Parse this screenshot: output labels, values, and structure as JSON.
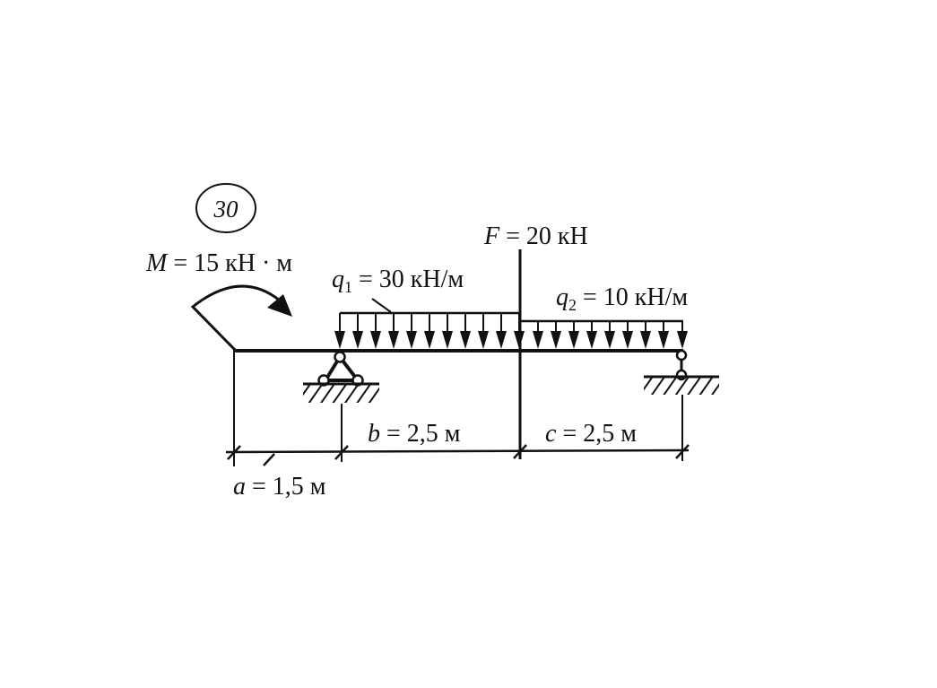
{
  "problem_number": "30",
  "labels": {
    "moment": {
      "symbol": "M",
      "eq": " = ",
      "value": "15 кН · м"
    },
    "force": {
      "symbol": "F",
      "eq": " = ",
      "value": "20 кН"
    },
    "q1": {
      "symbol": "q",
      "sub": "1",
      "eq": " = ",
      "value": "30 кН/м"
    },
    "q2": {
      "symbol": "q",
      "sub": "2",
      "eq": " = ",
      "value": "10 кН/м"
    },
    "dim_a": {
      "symbol": "a",
      "eq": " = ",
      "value": "1,5 м"
    },
    "dim_b": {
      "symbol": "b",
      "eq": " = ",
      "value": "2,5 м"
    },
    "dim_c": {
      "symbol": "c",
      "eq": " = ",
      "value": "2,5 м"
    }
  },
  "elements": {
    "beam": "beam",
    "left_support": "pinned-support",
    "right_support": "roller-link-support",
    "moment_arrow": "clockwise-moment-arrow",
    "force_line": "point-force-F",
    "load_q1": "distributed-load-q1",
    "load_q2": "distributed-load-q2"
  },
  "colors": {
    "ink": "#111111",
    "background": "#ffffff"
  }
}
